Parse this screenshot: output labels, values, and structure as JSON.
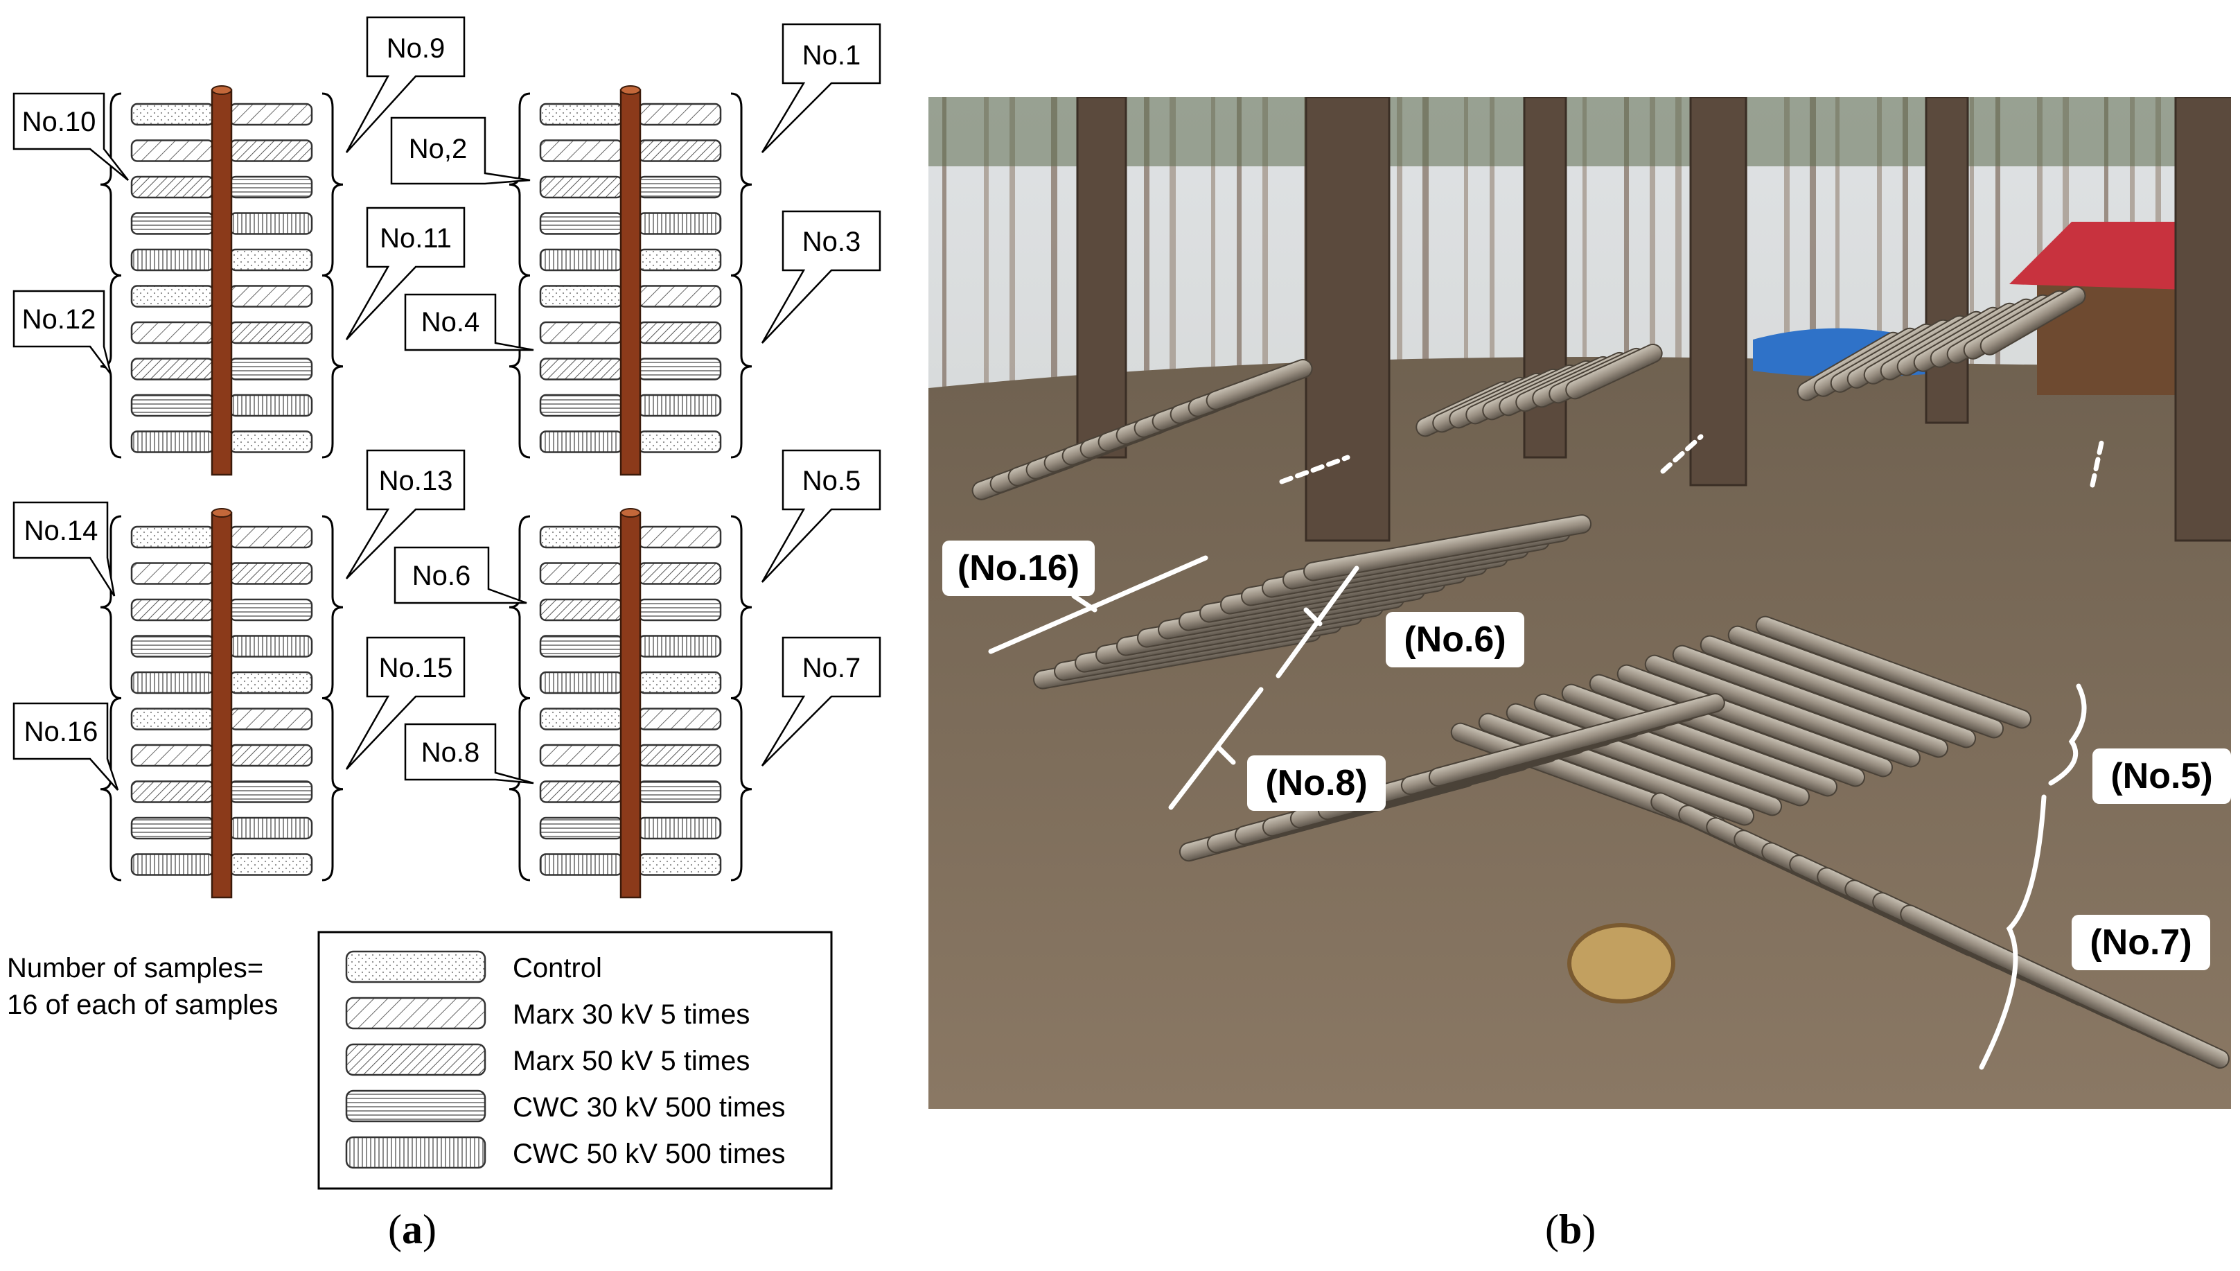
{
  "diagram": {
    "group_labels": [
      "No.10",
      "No.12",
      "No.14",
      "No.16",
      "No.9",
      "No.11",
      "No.13",
      "No.15",
      "No.1",
      "No.3",
      "No.5",
      "No.7",
      "No,2",
      "No.4",
      "No.6",
      "No.8"
    ],
    "samples_note_line1": "Number of samples=",
    "samples_note_line2": "16 of each of samples",
    "legend": [
      {
        "label": "Control",
        "pattern": "dots"
      },
      {
        "label": "Marx 30 kV 5 times",
        "pattern": "diag-sparse"
      },
      {
        "label": "Marx 50 kV 5 times",
        "pattern": "diag-dense"
      },
      {
        "label": "CWC 30 kV 500 times",
        "pattern": "horizontal"
      },
      {
        "label": "CWC 50 kV 500 times",
        "pattern": "vertical"
      }
    ],
    "colors": {
      "trunk": "#8b3a1a",
      "trunk_edge": "#3a1a0a",
      "log_edge": "#333333"
    },
    "caption_open": "(",
    "caption_letter": "a",
    "caption_close": ")"
  },
  "photo": {
    "labels": [
      "(No.16)",
      "(No.6)",
      "(No.8)",
      "(No.5)",
      "(No.7)"
    ],
    "colors": {
      "sky": "#e6e8ea",
      "forest_floor": "#7a6a58",
      "roof": "#c8323e"
    },
    "caption_open": "(",
    "caption_letter": "b",
    "caption_close": ")"
  }
}
